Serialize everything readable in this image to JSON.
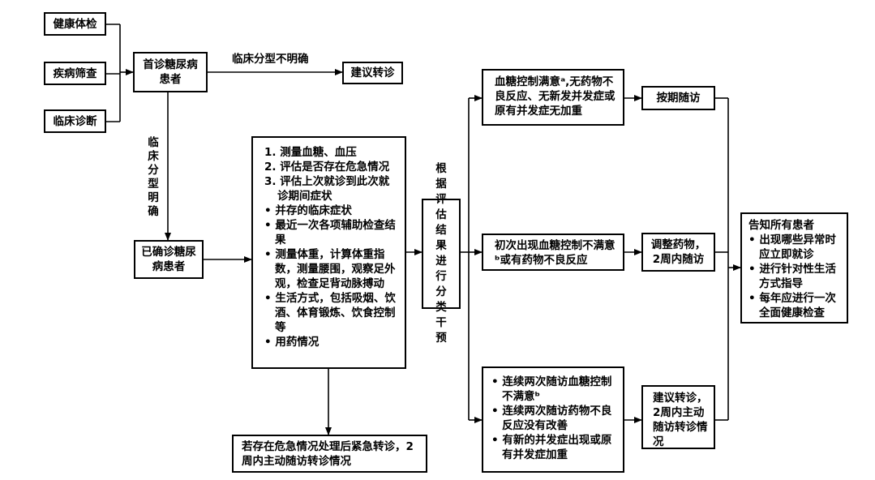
{
  "sources": [
    "健康体检",
    "疾病筛查",
    "临床诊断"
  ],
  "first_visit": "首诊糖尿病患者",
  "unclear_label": "临床分型不明确",
  "suggest_referral": "建议转诊",
  "clear_label": "临床分型明确",
  "confirmed_patient": "已确诊糖尿病患者",
  "assessment": {
    "numbered": [
      "1. 测量血糖、血压",
      "2. 评估是否存在危急情况",
      "3. 评估上次就诊到此次就诊期间症状"
    ],
    "bullets": [
      "并存的临床症状",
      "最近一次各项辅助检查结果",
      "测量体重，计算体重指数，测量腰围，观察足外观，检查足背动脉搏动",
      "生活方式，包括吸烟、饮酒、体育锻炼、饮食控制等",
      "用药情况"
    ]
  },
  "emergency": "若存在危急情况处理后紧急转诊，2周内主动随访转诊情况",
  "classify": "根据评估结果进行分类干预",
  "outcomes": {
    "satisfied": "血糖控制满意ᵃ,无药物不良反应、无新发并发症或原有并发症无加重",
    "first_unsatisfied": "初次出现血糖控制不满意ᵇ或有药物不良反应",
    "repeat_unsatisfied": [
      "连续两次随访血糖控制不满意ᵇ",
      "连续两次随访药物不良反应没有改善",
      "有新的并发症出现或原有并发症加重"
    ]
  },
  "actions": {
    "scheduled": "按期随访",
    "adjust": "调整药物，2周内随访",
    "refer": "建议转诊，2周内主动随访转诊情况"
  },
  "notify": {
    "title": "告知所有患者",
    "items": [
      "出现哪些异常时应立即就诊",
      "进行针对性生活方式指导",
      "每年应进行一次全面健康检查"
    ]
  }
}
